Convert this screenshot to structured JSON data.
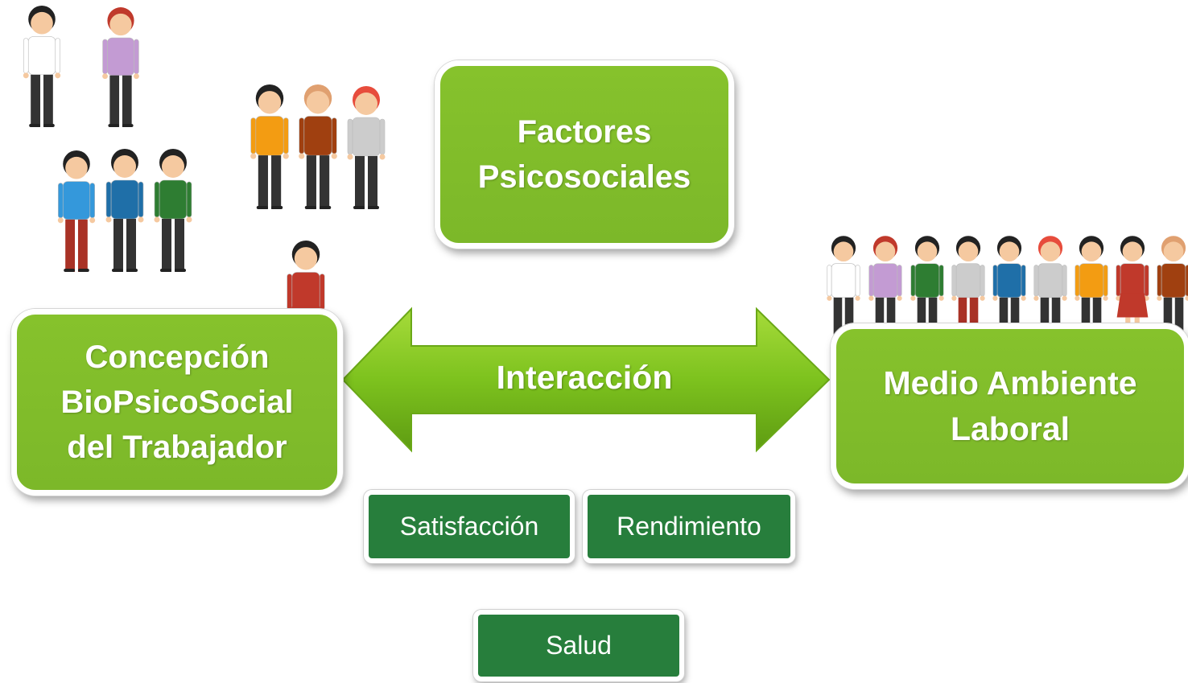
{
  "center": {
    "title": "Factores\nPsicosociales"
  },
  "left": {
    "title": "Concepción\nBioPsicoSocial\ndel Trabajador"
  },
  "right": {
    "title": "Medio Ambiente\nLaboral"
  },
  "arrow": {
    "label": "Interacción"
  },
  "outcomes": {
    "satisfaccion": "Satisfacción",
    "rendimiento": "Rendimiento",
    "salud": "Salud"
  },
  "colors": {
    "box_green": "#7cb829",
    "outcome_green": "#277e3c",
    "arrow_green": "#7dc21e"
  },
  "icons": [
    "people-illustration-icon",
    "double-arrow-icon"
  ]
}
